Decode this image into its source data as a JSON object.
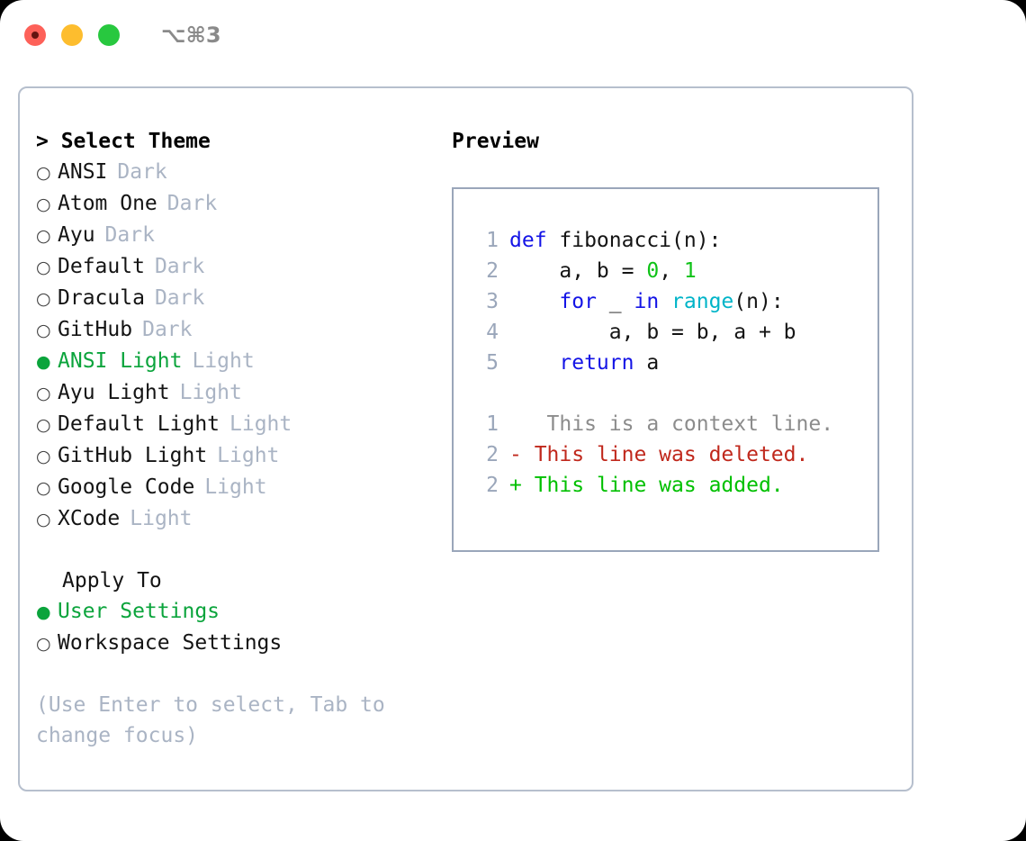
{
  "titlebar": {
    "shortcut": "⌥⌘3",
    "buttons": [
      {
        "name": "close",
        "color": "#fd6159"
      },
      {
        "name": "minimize",
        "color": "#fdbd2e"
      },
      {
        "name": "maximize",
        "color": "#28c83f"
      }
    ]
  },
  "theme_picker": {
    "heading": "> Select Theme",
    "items": [
      {
        "marker": "○",
        "name": "ANSI",
        "variant": "Dark",
        "selected": false
      },
      {
        "marker": "○",
        "name": "Atom One",
        "variant": "Dark",
        "selected": false
      },
      {
        "marker": "○",
        "name": "Ayu",
        "variant": "Dark",
        "selected": false
      },
      {
        "marker": "○",
        "name": "Default",
        "variant": "Dark",
        "selected": false
      },
      {
        "marker": "○",
        "name": "Dracula",
        "variant": "Dark",
        "selected": false
      },
      {
        "marker": "○",
        "name": "GitHub",
        "variant": "Dark",
        "selected": false
      },
      {
        "marker": "●",
        "name": "ANSI Light",
        "variant": "Light",
        "selected": true
      },
      {
        "marker": "○",
        "name": "Ayu Light",
        "variant": "Light",
        "selected": false
      },
      {
        "marker": "○",
        "name": "Default Light",
        "variant": "Light",
        "selected": false
      },
      {
        "marker": "○",
        "name": "GitHub Light",
        "variant": "Light",
        "selected": false
      },
      {
        "marker": "○",
        "name": "Google Code",
        "variant": "Light",
        "selected": false
      },
      {
        "marker": "○",
        "name": "XCode",
        "variant": "Light",
        "selected": false
      }
    ]
  },
  "apply_to": {
    "heading": "Apply To",
    "items": [
      {
        "marker": "●",
        "label": "User Settings",
        "selected": true
      },
      {
        "marker": "○",
        "label": "Workspace Settings",
        "selected": false
      }
    ]
  },
  "hint": "(Use Enter to select, Tab to change focus)",
  "preview": {
    "heading": "Preview",
    "code_lines": [
      {
        "num": "1",
        "tokens": [
          {
            "text": "def",
            "type": "kw"
          },
          {
            "text": " fibonacci(n):",
            "type": "id"
          }
        ]
      },
      {
        "num": "2",
        "tokens": [
          {
            "text": "    a, b = ",
            "type": "id"
          },
          {
            "text": "0",
            "type": "num"
          },
          {
            "text": ", ",
            "type": "id"
          },
          {
            "text": "1",
            "type": "num"
          }
        ]
      },
      {
        "num": "3",
        "tokens": [
          {
            "text": "    ",
            "type": "id"
          },
          {
            "text": "for",
            "type": "kw"
          },
          {
            "text": " _ ",
            "type": "id"
          },
          {
            "text": "in",
            "type": "kw"
          },
          {
            "text": " ",
            "type": "id"
          },
          {
            "text": "range",
            "type": "fn"
          },
          {
            "text": "(n):",
            "type": "id"
          }
        ]
      },
      {
        "num": "4",
        "tokens": [
          {
            "text": "        a, b = b, a + b",
            "type": "id"
          }
        ]
      },
      {
        "num": "5",
        "tokens": [
          {
            "text": "    ",
            "type": "id"
          },
          {
            "text": "return",
            "type": "kw"
          },
          {
            "text": " a",
            "type": "id"
          }
        ]
      }
    ],
    "diff_lines": [
      {
        "num": "1",
        "sign": " ",
        "text": "  This is a context line.",
        "type": "ctx"
      },
      {
        "num": "2",
        "sign": "-",
        "text": " This line was deleted.",
        "type": "del"
      },
      {
        "num": "2",
        "sign": "+",
        "text": " This line was added.",
        "type": "add"
      }
    ]
  },
  "colors": {
    "accent_green": "#0ba43c",
    "muted": "#aab4c4",
    "border": "#b6bfcd",
    "preview_border": "#9aa6ba",
    "keyword": "#1414e6",
    "function": "#00b4c8",
    "number": "#0ec217",
    "diff_delete": "#c0281c",
    "diff_add": "#00c000",
    "diff_context": "#8c8c8c"
  }
}
